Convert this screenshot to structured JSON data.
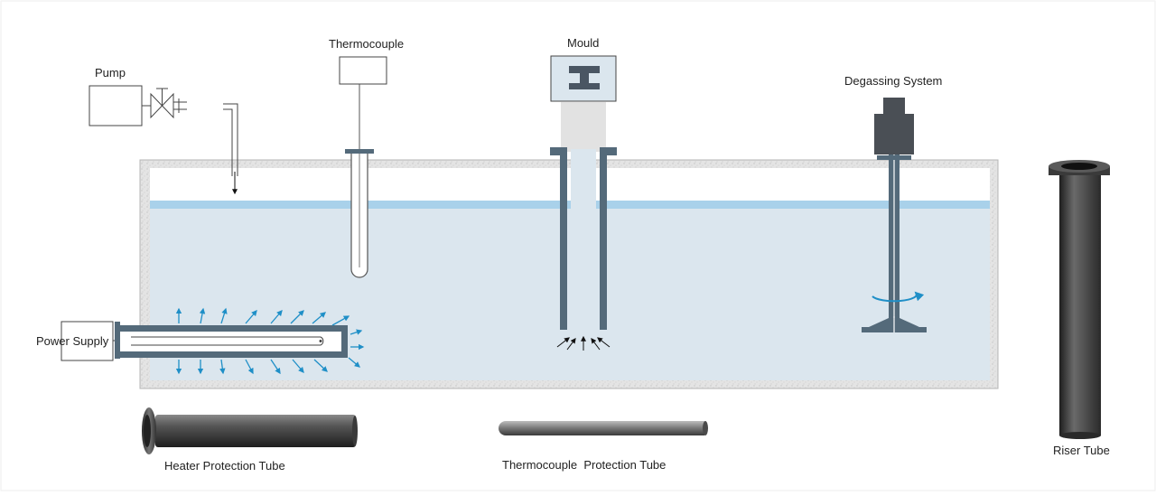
{
  "labels": {
    "pump": "Pump",
    "thermocouple": "Thermocouple",
    "mould": "Mould",
    "degassing_system": "Degassing System",
    "power_supply": "Power Supply",
    "heater_protection_tube": "Heater Protection Tube",
    "thermocouple_protection_tube": "Thermocouple  Protection Tube",
    "riser_tube": "Riser Tube"
  },
  "colors": {
    "molten_metal": "#dbe6ee",
    "melt_surface": "#a9d1ea",
    "furnace_wall": "#e2e2e2",
    "tube_steel": "#546a7a",
    "heat_arrow": "#1f8fc7",
    "dark_tube": "#3c3c3c"
  }
}
